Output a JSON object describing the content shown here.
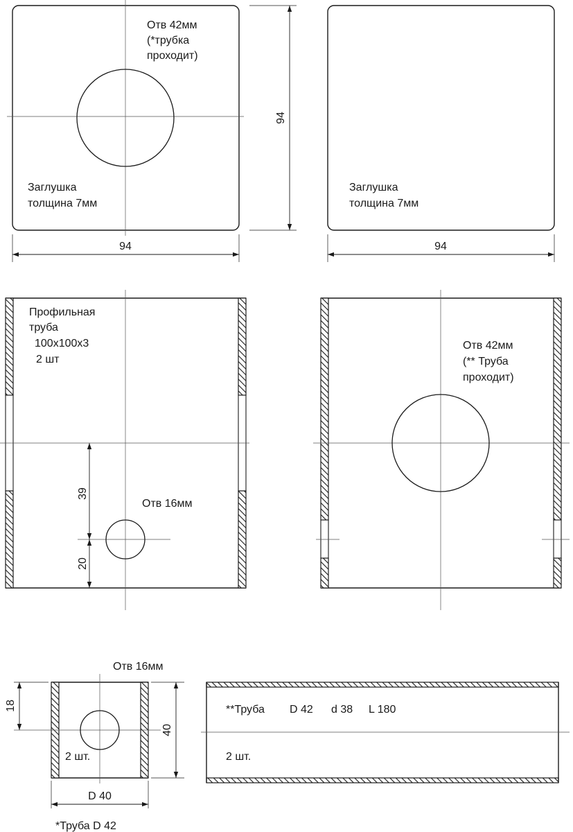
{
  "cap_with_hole": {
    "hole_note": [
      "Отв 42мм",
      "(*трубка",
      "проходит)"
    ],
    "part_note": [
      "Заглушка",
      "толщина 7мм"
    ],
    "width_dim": "94"
  },
  "cap_plain": {
    "part_note": [
      "Заглушка",
      "толщина 7мм"
    ],
    "width_dim": "94"
  },
  "cap_height_dim": "94",
  "profile_tube_front": {
    "title": [
      "Профильная",
      "труба",
      "100x100x3",
      "2 шт"
    ],
    "hole_note": "Отв 16мм",
    "dim_39": "39",
    "dim_20": "20"
  },
  "profile_tube_side": {
    "hole_note": [
      "Отв 42мм",
      "(** Труба",
      "проходит)"
    ]
  },
  "small_tube": {
    "hole_note": "Отв 16мм",
    "dim_18": "18",
    "dim_40": "40",
    "count": "2 шт.",
    "diameter_dim": "D 40",
    "caption": "*Труба D 42"
  },
  "long_tube": {
    "spec": [
      "**Труба",
      "D 42",
      "d 38",
      "L 180"
    ],
    "count": "2 шт."
  }
}
